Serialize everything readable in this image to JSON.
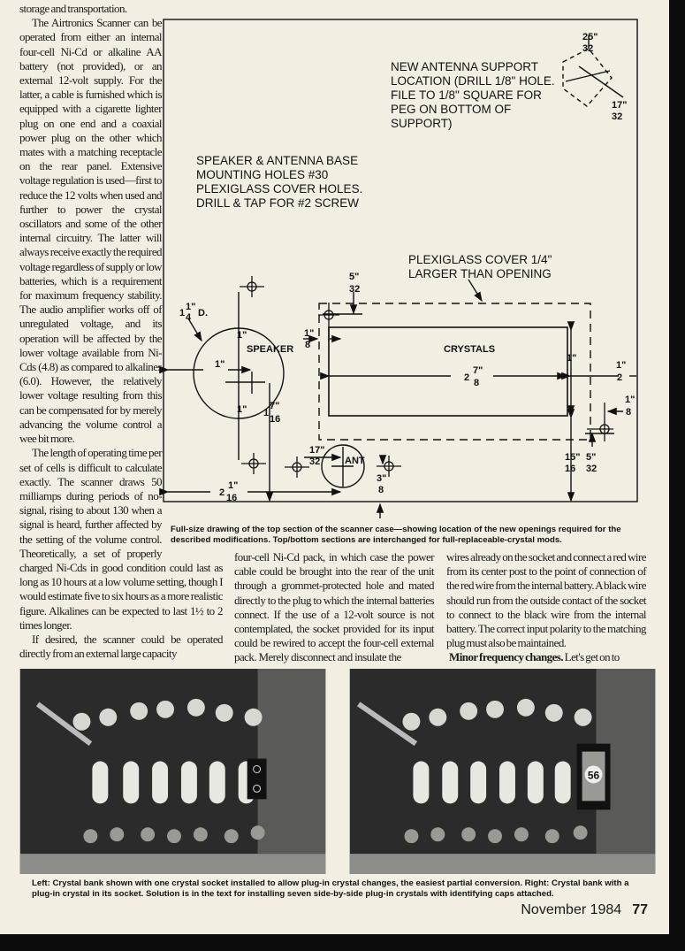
{
  "left_column": {
    "p0": "storage and transportation.",
    "p1": "The Airtronics Scanner can be operated from either an internal four-cell Ni-Cd or alkaline AA battery (not provided), or an external 12-volt supply. For the latter, a cable is furnished which is equipped with a cigarette lighter plug on one end and a coaxial power plug on the other which mates with a matching receptacle on the rear panel. Extensive voltage regulation is used—first to reduce the 12 volts when used and further to power the crystal oscillators and some of the other internal circuitry. The latter will always receive exactly the required voltage regardless of supply or low batteries, which is a requirement for maximum frequency stability. The audio amplifier works off of unregulated voltage, and its operation will be affected by the lower voltage available from Ni-Cds (4.8) as compared to alkalines (6.0). However, the relatively lower voltage resulting from this can be compensated for by merely advancing the volume control a wee bit more.",
    "p2": "The length of operating time per set of cells is difficult to calculate exactly. The scanner draws 50 milliamps during periods of no-signal, rising to about 130 when a signal is heard, further affected by the setting of the volume control. Theoretically, a set of properly charged Ni-Cds in good condition could last as long as 10 hours at a low volume setting, though I would estimate five to six hours as a more realistic figure. Alkalines can be expected to last 1½ to 2 times longer.",
    "p3": "If desired, the scanner could be operated directly from an external large capacity"
  },
  "middle_column": "four-cell Ni-Cd pack, in which case the power cable could be brought into the rear of the unit through a grommet-protected hole and mated directly to the plug to which the internal batteries connect. If the use of a 12-volt source is not contemplated, the socket provided for its input could be rewired to accept the four-cell external pack. Merely disconnect and insulate the",
  "right_column": {
    "text": "wires already on the socket and connect a red wire from its center post to the point of connection of the red wire from the internal battery. A black wire should run from the outside contact of the socket to connect to the black wire from the internal battery. The correct input polarity to the matching plug must also be maintained.",
    "subhead": "Minor frequency changes.",
    "subhead_text": " Let's get on to"
  },
  "diagram": {
    "antenna_note": [
      "NEW ANTENNA SUPPORT",
      "LOCATION (DRILL 1/8\" HOLE.",
      "FILE TO 1/8\" SQUARE FOR",
      "PEG ON BOTTOM OF",
      "SUPPORT)"
    ],
    "holes_note": [
      "SPEAKER & ANTENNA BASE",
      "MOUNTING HOLES #30",
      "PLEXIGLASS COVER HOLES.",
      "DRILL & TAP FOR #2 SCREW"
    ],
    "cover_note": [
      "PLEXIGLASS COVER 1/4\"",
      "LARGER THAN OPENING"
    ],
    "speaker_label": "SPEAKER",
    "crystals_label": "CRYSTALS",
    "ant_label": "ANT",
    "dims": {
      "top_25_32": {
        "num": "25\"",
        "den": "32"
      },
      "top_17_32": {
        "num": "17\"",
        "den": "32"
      },
      "speaker_dia": {
        "whole": "1",
        "num": "1\"",
        "den": "4",
        "suffix": "D."
      },
      "one_upper": "1\"",
      "one_left": "1\"",
      "one_lower": "1\"",
      "one_7_16": {
        "whole": "1",
        "num": "7\"",
        "den": "16"
      },
      "two_1_16": {
        "whole": "2",
        "num": "1\"",
        "den": "16"
      },
      "ant_17_32": {
        "num": "17\"",
        "den": "32"
      },
      "three_8": {
        "num": "3\"",
        "den": "8"
      },
      "five_32_top": {
        "num": "5\"",
        "den": "32"
      },
      "one_8_left": {
        "num": "1\"",
        "den": "8"
      },
      "two_7_8": {
        "whole": "2",
        "num": "7\"",
        "den": "8"
      },
      "one_right": "1\"",
      "one_2": {
        "num": "1\"",
        "den": "2"
      },
      "one_8_right": {
        "num": "1\"",
        "den": "8"
      },
      "fifteen_16": {
        "num": "15\"",
        "den": "16"
      },
      "five_32_bottom": {
        "num": "5\"",
        "den": "32"
      }
    }
  },
  "figure_caption": "Full-size drawing of the top section of the scanner case—showing location of the new openings required for the described modifications. Top/bottom sections are interchanged for full-replaceable-crystal mods.",
  "photos": {
    "right_label": "56"
  },
  "photo_caption": "Left: Crystal bank shown with one crystal socket installed to allow plug-in crystal changes, the easiest partial conversion. Right: Crystal bank with a plug-in crystal in its socket. Solution is in the text for installing seven side-by-side plug-in crystals with identifying caps attached.",
  "footer": {
    "issue": "November 1984",
    "page": "77"
  }
}
